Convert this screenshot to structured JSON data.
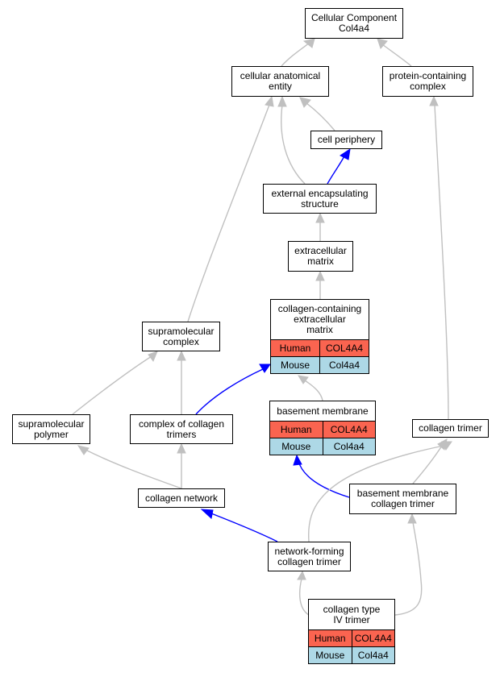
{
  "colors": {
    "human": "#fa6450",
    "mouse": "#add8e6",
    "edge_gray": "#c0c0c0",
    "edge_blue": "#0000ff"
  },
  "nodes": {
    "cellular_component": {
      "line1": "Cellular Component",
      "line2": "Col4a4"
    },
    "cellular_anatomical_entity": {
      "line1": "cellular anatomical",
      "line2": "entity"
    },
    "protein_containing_complex": {
      "line1": "protein-containing",
      "line2": "complex"
    },
    "cell_periphery": {
      "line1": "cell periphery"
    },
    "external_encapsulating_structure": {
      "line1": "external encapsulating",
      "line2": "structure"
    },
    "extracellular_matrix": {
      "line1": "extracellular",
      "line2": "matrix"
    },
    "collagen_containing_ecm": {
      "line1": "collagen-containing",
      "line2": "extracellular",
      "line3": "matrix",
      "human": {
        "species": "Human",
        "gene": "COL4A4"
      },
      "mouse": {
        "species": "Mouse",
        "gene": "Col4a4"
      }
    },
    "supramolecular_complex": {
      "line1": "supramolecular",
      "line2": "complex"
    },
    "basement_membrane": {
      "line1": "basement membrane",
      "human": {
        "species": "Human",
        "gene": "COL4A4"
      },
      "mouse": {
        "species": "Mouse",
        "gene": "Col4a4"
      }
    },
    "supramolecular_polymer": {
      "line1": "supramolecular",
      "line2": "polymer"
    },
    "complex_of_collagen_trimers": {
      "line1": "complex of collagen",
      "line2": "trimers"
    },
    "collagen_trimer": {
      "line1": "collagen trimer"
    },
    "basement_membrane_collagen_trimer": {
      "line1": "basement membrane",
      "line2": "collagen trimer"
    },
    "collagen_network": {
      "line1": "collagen network"
    },
    "network_forming_collagen_trimer": {
      "line1": "network-forming",
      "line2": "collagen trimer"
    },
    "collagen_type_iv_trimer": {
      "line1": "collagen type",
      "line2": "IV trimer",
      "human": {
        "species": "Human",
        "gene": "COL4A4"
      },
      "mouse": {
        "species": "Mouse",
        "gene": "Col4a4"
      }
    }
  },
  "edges": [
    {
      "from": "cellular_anatomical_entity",
      "to": "cellular_component",
      "color": "gray"
    },
    {
      "from": "protein_containing_complex",
      "to": "cellular_component",
      "color": "gray"
    },
    {
      "from": "cell_periphery",
      "to": "cellular_anatomical_entity",
      "color": "gray"
    },
    {
      "from": "external_encapsulating_structure",
      "to": "cellular_anatomical_entity",
      "color": "gray"
    },
    {
      "from": "supramolecular_complex",
      "to": "cellular_anatomical_entity",
      "color": "gray"
    },
    {
      "from": "external_encapsulating_structure",
      "to": "cell_periphery",
      "color": "blue"
    },
    {
      "from": "extracellular_matrix",
      "to": "external_encapsulating_structure",
      "color": "gray"
    },
    {
      "from": "collagen_containing_ecm",
      "to": "extracellular_matrix",
      "color": "gray"
    },
    {
      "from": "basement_membrane",
      "to": "collagen_containing_ecm",
      "color": "gray"
    },
    {
      "from": "complex_of_collagen_trimers",
      "to": "collagen_containing_ecm",
      "color": "blue"
    },
    {
      "from": "supramolecular_polymer",
      "to": "supramolecular_complex",
      "color": "gray"
    },
    {
      "from": "complex_of_collagen_trimers",
      "to": "supramolecular_complex",
      "color": "gray"
    },
    {
      "from": "collagen_network",
      "to": "supramolecular_polymer",
      "color": "gray"
    },
    {
      "from": "collagen_network",
      "to": "complex_of_collagen_trimers",
      "color": "gray"
    },
    {
      "from": "collagen_trimer",
      "to": "protein_containing_complex",
      "color": "gray"
    },
    {
      "from": "basement_membrane_collagen_trimer",
      "to": "basement_membrane",
      "color": "blue"
    },
    {
      "from": "basement_membrane_collagen_trimer",
      "to": "collagen_trimer",
      "color": "gray"
    },
    {
      "from": "network_forming_collagen_trimer",
      "to": "collagen_trimer",
      "color": "gray"
    },
    {
      "from": "network_forming_collagen_trimer",
      "to": "collagen_network",
      "color": "blue"
    },
    {
      "from": "collagen_type_iv_trimer",
      "to": "network_forming_collagen_trimer",
      "color": "gray"
    },
    {
      "from": "collagen_type_iv_trimer",
      "to": "basement_membrane_collagen_trimer",
      "color": "gray"
    }
  ]
}
